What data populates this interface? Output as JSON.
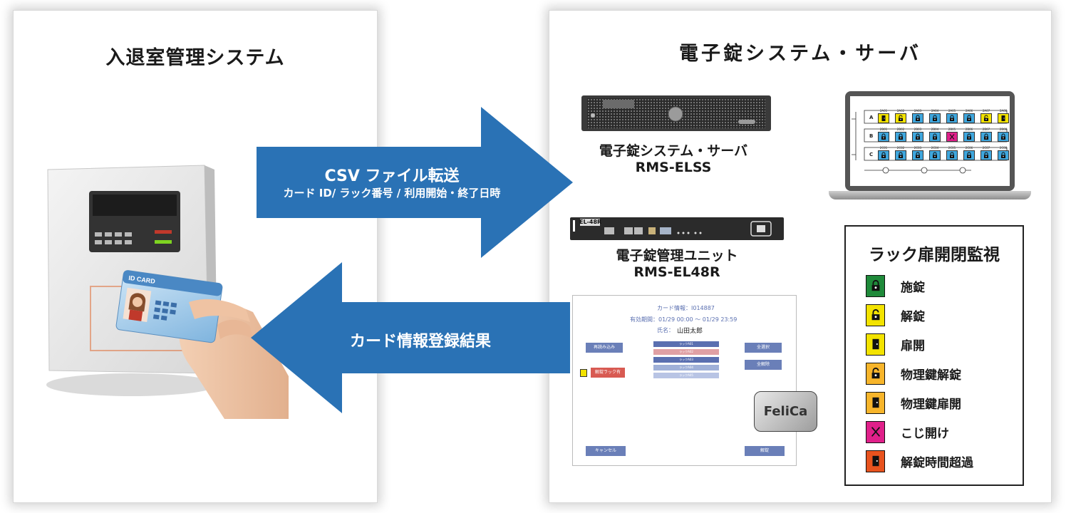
{
  "left_panel": {
    "title": "入退室管理システム"
  },
  "right_panel": {
    "title": "電子錠システム・サーバ"
  },
  "reader_card": {
    "label": "ID CARD"
  },
  "arrow_to_server": {
    "title": "CSV ファイル転送",
    "subtitle": "カード ID/ ラック番号 / 利用開始・終了日時",
    "color": "#2a72b5"
  },
  "arrow_to_system": {
    "title": "カード情報登録結果",
    "color": "#2a72b5"
  },
  "server": {
    "name": "電子錠システム・サーバ",
    "model": "RMS-ELSS"
  },
  "unit": {
    "badge": "EL-48R",
    "name": "電子錠管理ユニット",
    "model": "RMS-EL48R"
  },
  "registration_screen": {
    "card_info": "カード情報：I014887",
    "valid_period": "有効期間：01/29 00:00 ～ 01/29 23:59",
    "name_label": "氏名：",
    "name_value": "山田太郎",
    "buttons": {
      "read": "再読み込み",
      "select_all": "全選択",
      "release_all": "全解除",
      "cancel": "キャンセル",
      "unlock": "解錠",
      "lock_rack": "解錠ラック有"
    },
    "rack_items": [
      "ラックA01",
      "ラックA02",
      "ラックA03",
      "ラックA04",
      "ラックA05"
    ]
  },
  "felica": {
    "label": "FeliCa"
  },
  "laptop": {
    "rows": [
      {
        "label": "A",
        "cells": [
          {
            "id": "2A01",
            "state": "unlocked-open"
          },
          {
            "id": "2A02",
            "state": "unlocked"
          },
          {
            "id": "2A03",
            "state": "locked"
          },
          {
            "id": "2A04",
            "state": "locked"
          },
          {
            "id": "2A05",
            "state": "locked"
          },
          {
            "id": "2A06",
            "state": "locked"
          },
          {
            "id": "2A07",
            "state": "unlocked"
          },
          {
            "id": "2A08",
            "state": "unlocked-open"
          }
        ]
      },
      {
        "label": "B",
        "cells": [
          {
            "id": "2B01",
            "state": "locked"
          },
          {
            "id": "2B02",
            "state": "locked"
          },
          {
            "id": "2B03",
            "state": "locked"
          },
          {
            "id": "2B04",
            "state": "locked"
          },
          {
            "id": "2B05",
            "state": "forced"
          },
          {
            "id": "2B06",
            "state": "locked"
          },
          {
            "id": "2B07",
            "state": "locked"
          },
          {
            "id": "2B08",
            "state": "locked"
          }
        ]
      },
      {
        "label": "C",
        "cells": [
          {
            "id": "2C01",
            "state": "locked"
          },
          {
            "id": "2C02",
            "state": "locked"
          },
          {
            "id": "2C03",
            "state": "locked"
          },
          {
            "id": "2C04",
            "state": "locked"
          },
          {
            "id": "2C05",
            "state": "locked"
          },
          {
            "id": "2C06",
            "state": "locked"
          },
          {
            "id": "2C07",
            "state": "locked"
          },
          {
            "id": "2C08",
            "state": "locked"
          }
        ]
      }
    ]
  },
  "legend": {
    "title": "ラック扉開閉監視",
    "items": [
      {
        "label": "施錠",
        "icon": "lock-closed-icon",
        "color": "#1f8a3a"
      },
      {
        "label": "解錠",
        "icon": "lock-open-icon",
        "color": "#f3e300"
      },
      {
        "label": "扉開",
        "icon": "door-open-icon",
        "color": "#f3e300"
      },
      {
        "label": "物理鍵解錠",
        "icon": "key-unlock-icon",
        "color": "#f7b52b"
      },
      {
        "label": "物理鍵扉開",
        "icon": "key-door-open-icon",
        "color": "#f7b52b"
      },
      {
        "label": "こじ開け",
        "icon": "forced-open-icon",
        "color": "#e0208a"
      },
      {
        "label": "解錠時間超過",
        "icon": "timeout-icon",
        "color": "#e8531e"
      }
    ]
  }
}
